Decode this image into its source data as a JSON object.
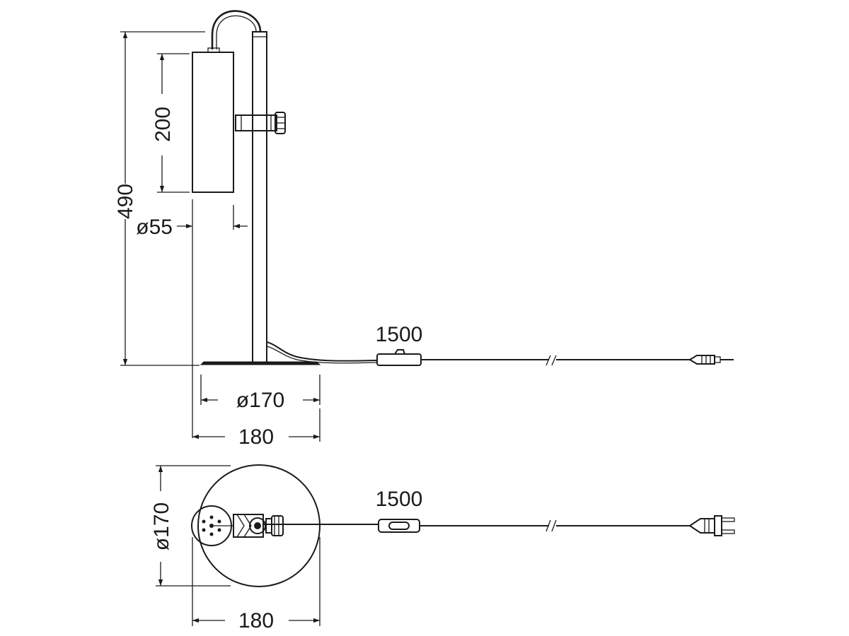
{
  "side_view": {
    "height_total": "490",
    "head_length": "200",
    "head_diameter": "ø55",
    "base_diameter": "ø170",
    "base_width": "180",
    "cable_length": "1500"
  },
  "top_view": {
    "base_diameter": "ø170",
    "base_width": "180",
    "cable_length": "1500"
  },
  "colors": {
    "line": "#1a1a1a",
    "background": "#ffffff"
  }
}
